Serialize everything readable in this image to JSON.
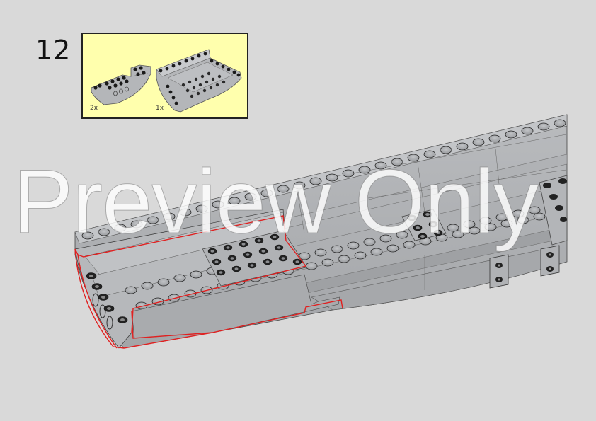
{
  "step": {
    "number": "12"
  },
  "parts_list": {
    "background": "#ffffad",
    "items": [
      {
        "name": "inverted-curved-slope-small",
        "quantity": "2x",
        "color": "light-bluish-gray"
      },
      {
        "name": "inverted-curved-slope-large",
        "quantity": "1x",
        "color": "light-bluish-gray"
      }
    ]
  },
  "assembly": {
    "highlight_color": "#e02020",
    "body_color": "#a9abae",
    "stud_color": "#222222"
  },
  "watermark": {
    "text": "Preview Only"
  }
}
